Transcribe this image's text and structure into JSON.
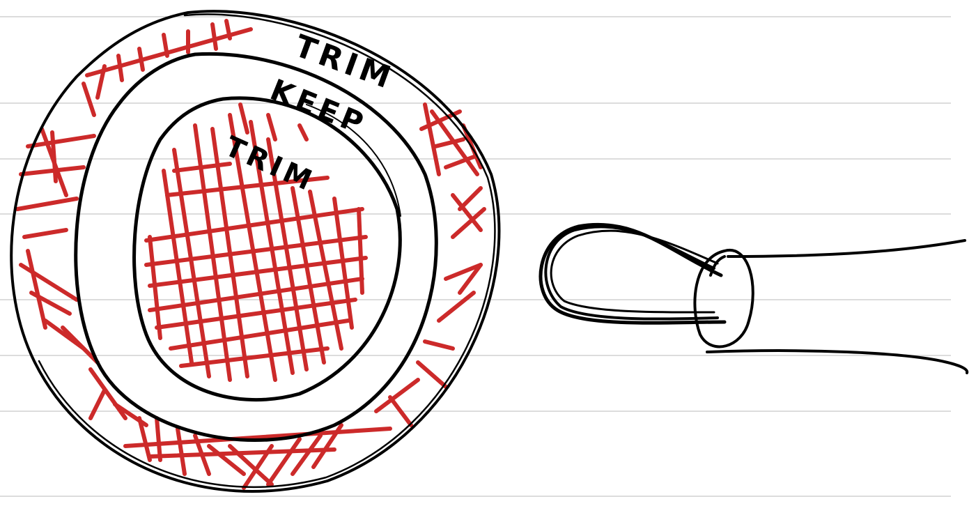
{
  "labels": {
    "outer": "TRIM",
    "middle": "KEEP",
    "inner": "TRIM"
  },
  "colors": {
    "ink": "#000000",
    "hatch": "#cc2a2a",
    "rule": "#c8c8c8",
    "paper": "#ffffff"
  }
}
